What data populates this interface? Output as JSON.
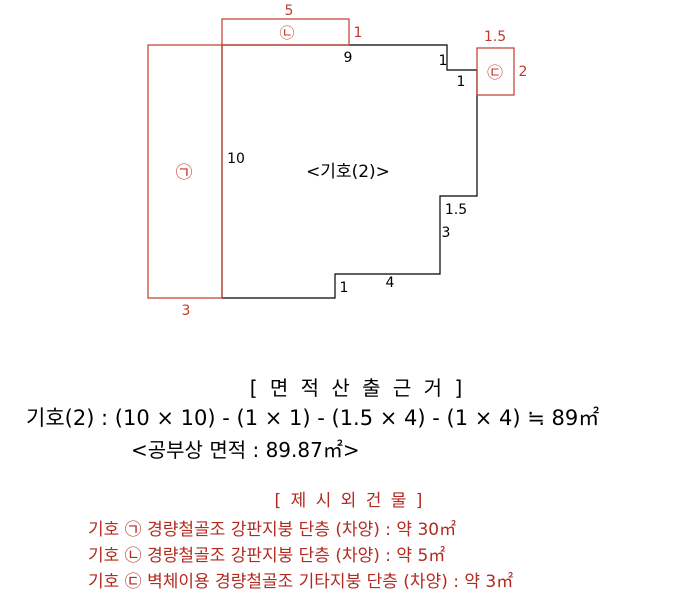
{
  "plan": {
    "main_label": "<기호(2)>",
    "dims_black": [
      "9",
      "1",
      "1",
      "10",
      "1.5",
      "3",
      "1",
      "4"
    ],
    "dims_red": [
      "5",
      "1",
      "1.5",
      "2",
      "3"
    ],
    "markers": [
      "㉠",
      "㉡",
      "㉢"
    ],
    "colors": {
      "building": "#000000",
      "extension": "#c0392b"
    }
  },
  "calc": {
    "title": "[ 면 적 산 출 근 거 ]",
    "formula": "기호(2) : (10 × 10) - (1 × 1) - (1.5 × 4) - (1 × 4) ≒ 89㎡",
    "registry": "<공부상 면적 : 89.87㎡>"
  },
  "extensions": {
    "title": "[ 제 시 외 건 물 ]",
    "items": [
      "기호 ㉠  경량철골조 강판지붕 단층 (차양) : 약 30㎡",
      "기호 ㉡  경량철골조 강판지붕 단층 (차양) : 약 5㎡",
      "기호 ㉢  벽체이용 경량철골조 기타지붕 단층 (차양) : 약 3㎡"
    ]
  }
}
